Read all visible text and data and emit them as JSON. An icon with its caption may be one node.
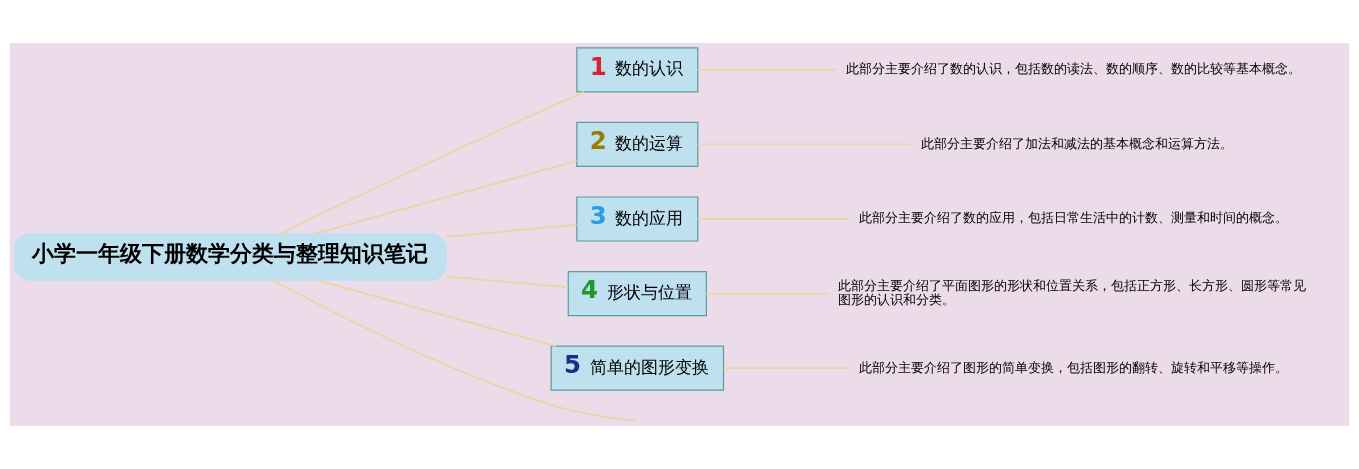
{
  "diagram": {
    "nodes": [
      {
        "text": [
          "小学一年级下册数学分类与整理知识笔记"
        ]
      },
      {
        "text": [
          "1",
          "数的认识"
        ]
      },
      {
        "text": [
          "此部分主要介绍了数的认识，包括数的读法、数的顺序、数的比较等基本概念。"
        ]
      },
      {
        "text": [
          "2",
          "数的运算"
        ]
      },
      {
        "text": [
          "此部分主要介绍了加法和减法的基本概念和运算方法。"
        ]
      },
      {
        "text": [
          "3",
          "数的应用"
        ]
      },
      {
        "text": [
          "此部分主要介绍了数的应用，包括日常生活中的计数、测量和时间的概念。"
        ]
      },
      {
        "text": [
          "4",
          "形状与位置"
        ]
      },
      {
        "text": [
          "此部分主要介绍了平面图形的形状和位置关系，包括正方形、长方形、圆形等常见图形的认识和分类。"
        ]
      },
      {
        "text": [
          "5",
          "简单的图形变换"
        ]
      },
      {
        "text": [
          "此部分主要介绍了图形的简单变换，包括图形的翻转、旋转和平移等操作。"
        ]
      }
    ],
    "edges": [
      {
        "from": 0,
        "to": 1,
        "arrow": "none"
      },
      {
        "from": 1,
        "to": 2,
        "arrow": "none"
      },
      {
        "from": 0,
        "to": 3,
        "arrow": "none"
      },
      {
        "from": 3,
        "to": 4,
        "arrow": "none"
      },
      {
        "from": 0,
        "to": 5,
        "arrow": "none"
      },
      {
        "from": 5,
        "to": 6,
        "arrow": "none"
      },
      {
        "from": 0,
        "to": 7,
        "arrow": "none"
      },
      {
        "from": 7,
        "to": 8,
        "arrow": "none"
      },
      {
        "from": 0,
        "to": 9,
        "arrow": "none"
      },
      {
        "from": 9,
        "to": 10,
        "arrow": "none"
      },
      {
        "from": 0,
        "to": null,
        "arrow": "none"
      }
    ]
  }
}
